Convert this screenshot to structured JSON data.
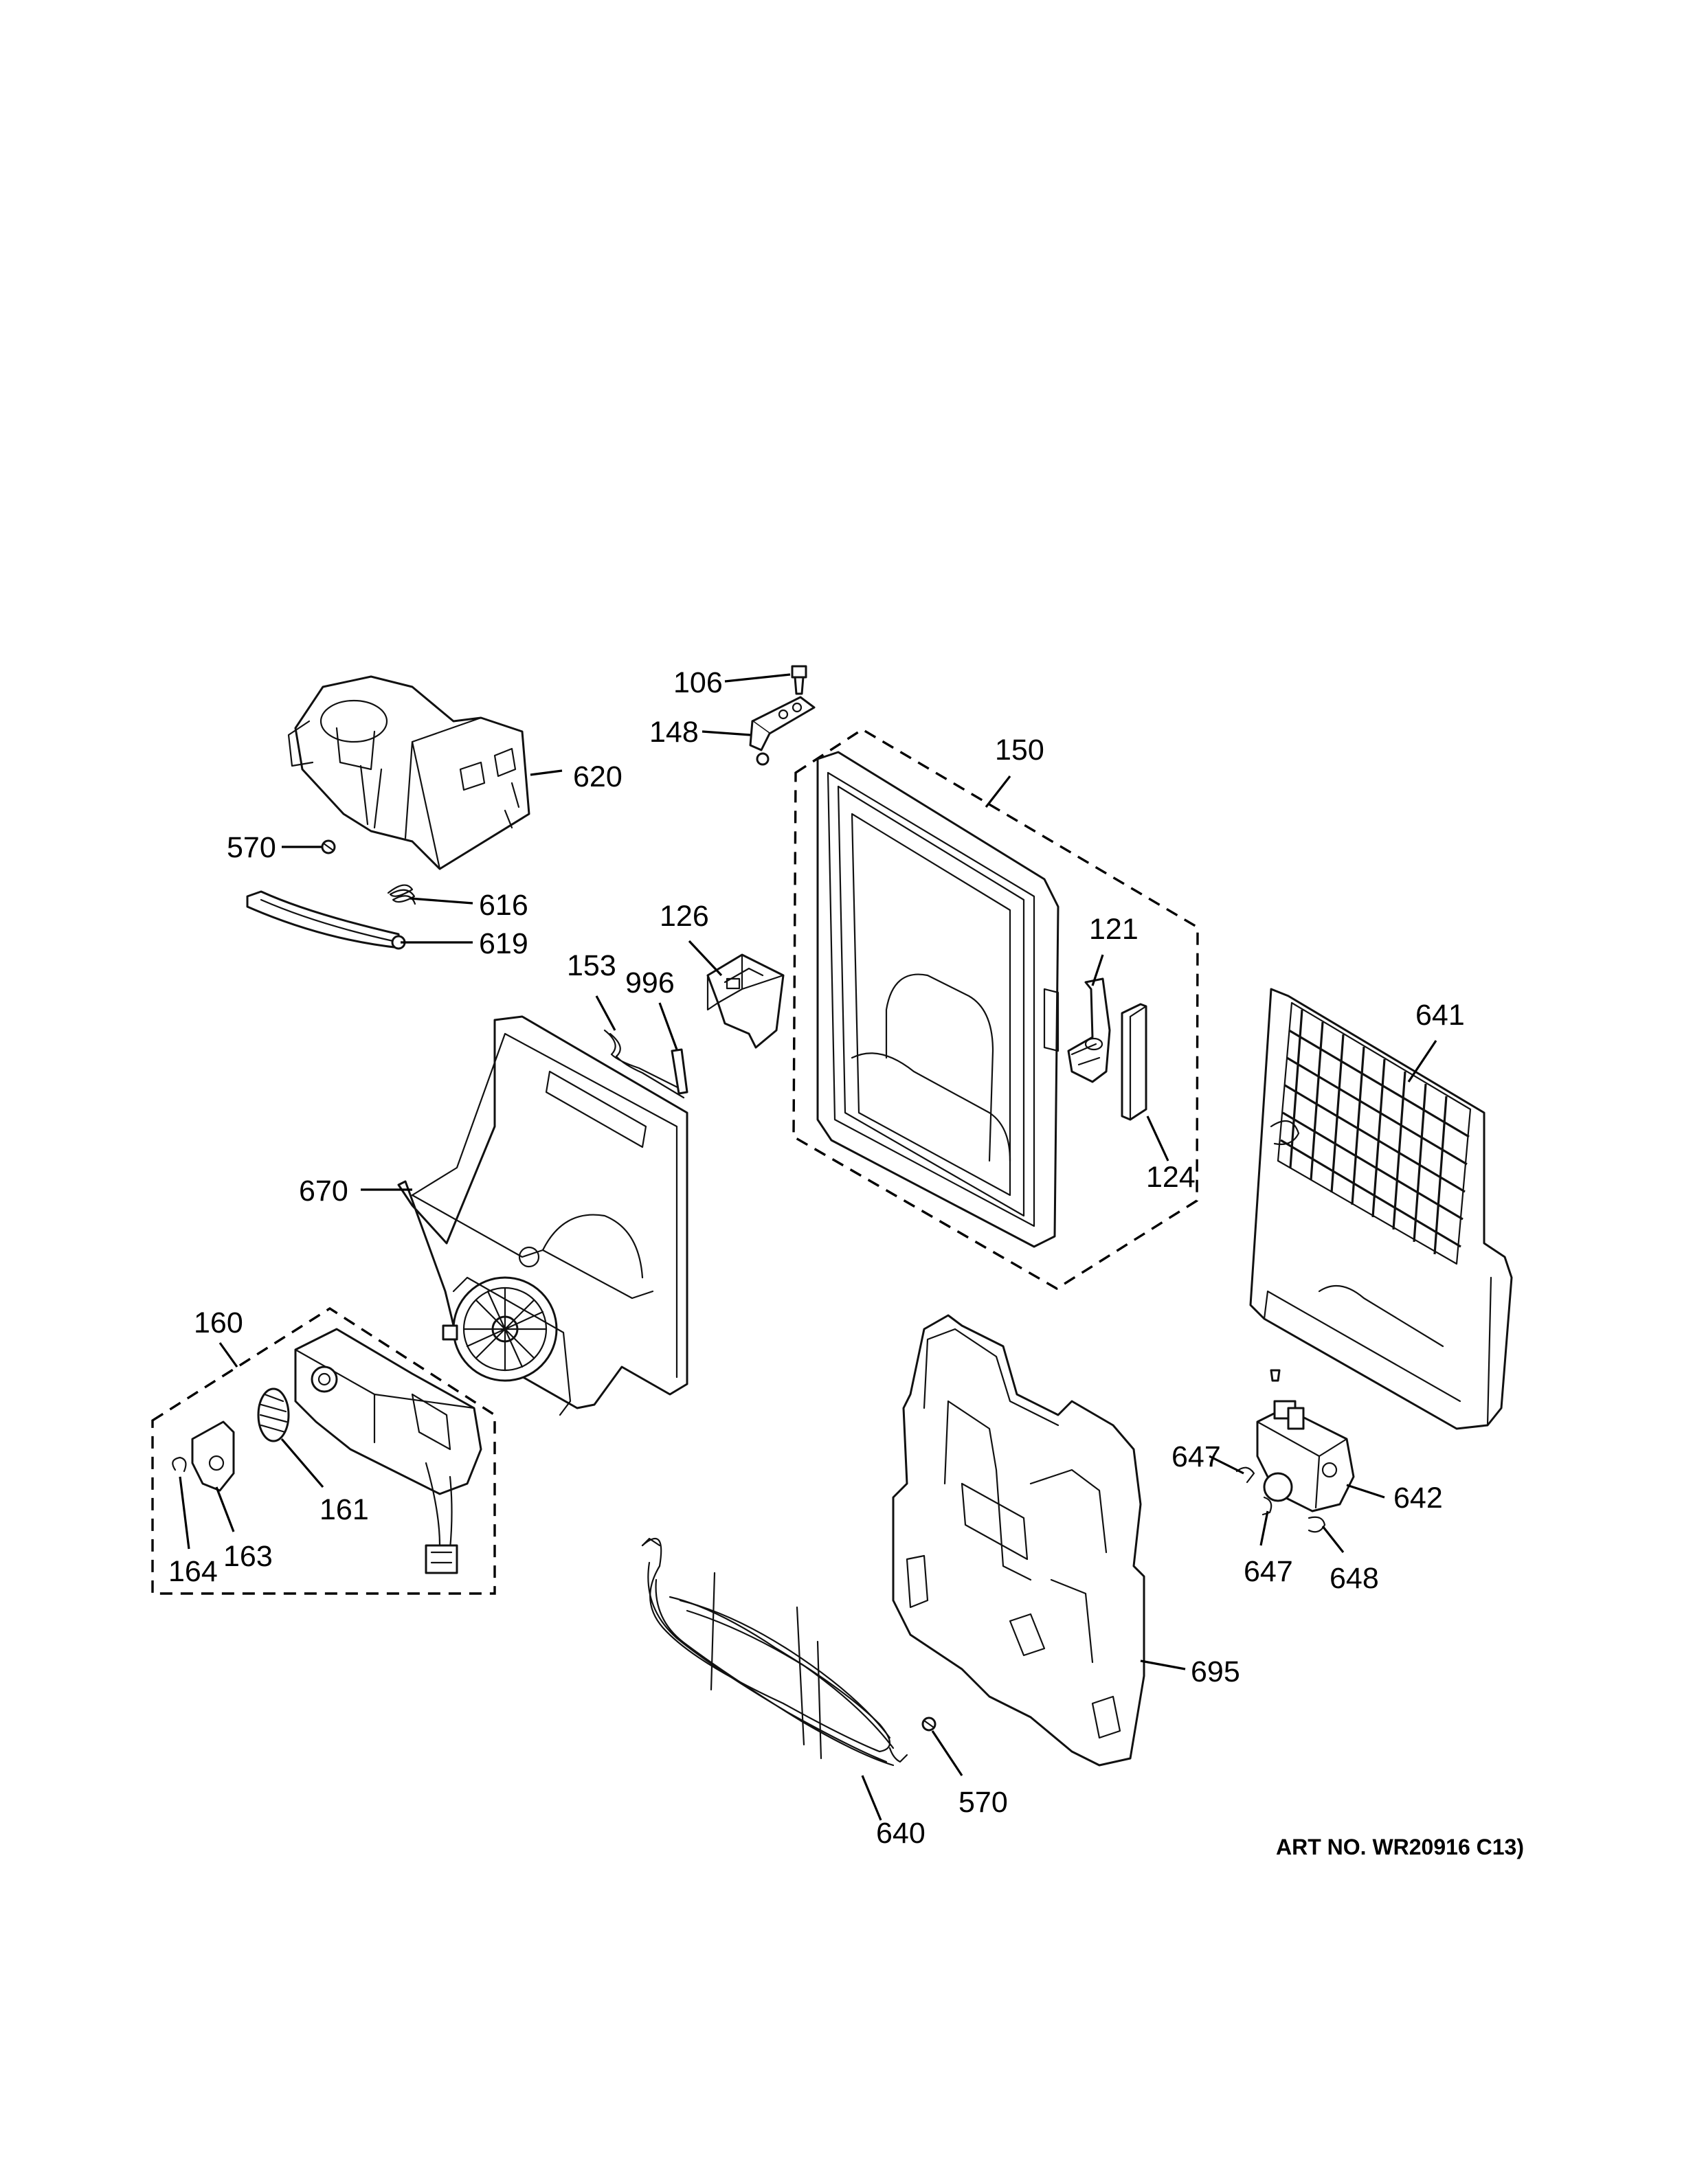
{
  "callouts": [
    {
      "id": "c106",
      "label": "106"
    },
    {
      "id": "c148",
      "label": "148"
    },
    {
      "id": "c150",
      "label": "150"
    },
    {
      "id": "c620",
      "label": "620"
    },
    {
      "id": "c570a",
      "label": "570"
    },
    {
      "id": "c616",
      "label": "616"
    },
    {
      "id": "c619",
      "label": "619"
    },
    {
      "id": "c126",
      "label": "126"
    },
    {
      "id": "c153",
      "label": "153"
    },
    {
      "id": "c996",
      "label": "996"
    },
    {
      "id": "c121",
      "label": "121"
    },
    {
      "id": "c124",
      "label": "124"
    },
    {
      "id": "c641",
      "label": "641"
    },
    {
      "id": "c670",
      "label": "670"
    },
    {
      "id": "c160",
      "label": "160"
    },
    {
      "id": "c161",
      "label": "161"
    },
    {
      "id": "c163",
      "label": "163"
    },
    {
      "id": "c164",
      "label": "164"
    },
    {
      "id": "c647a",
      "label": "647"
    },
    {
      "id": "c642",
      "label": "642"
    },
    {
      "id": "c647b",
      "label": "647"
    },
    {
      "id": "c648",
      "label": "648"
    },
    {
      "id": "c695",
      "label": "695"
    },
    {
      "id": "c570b",
      "label": "570"
    },
    {
      "id": "c640",
      "label": "640"
    }
  ],
  "art_number": "ART NO. WR20916 C13)"
}
